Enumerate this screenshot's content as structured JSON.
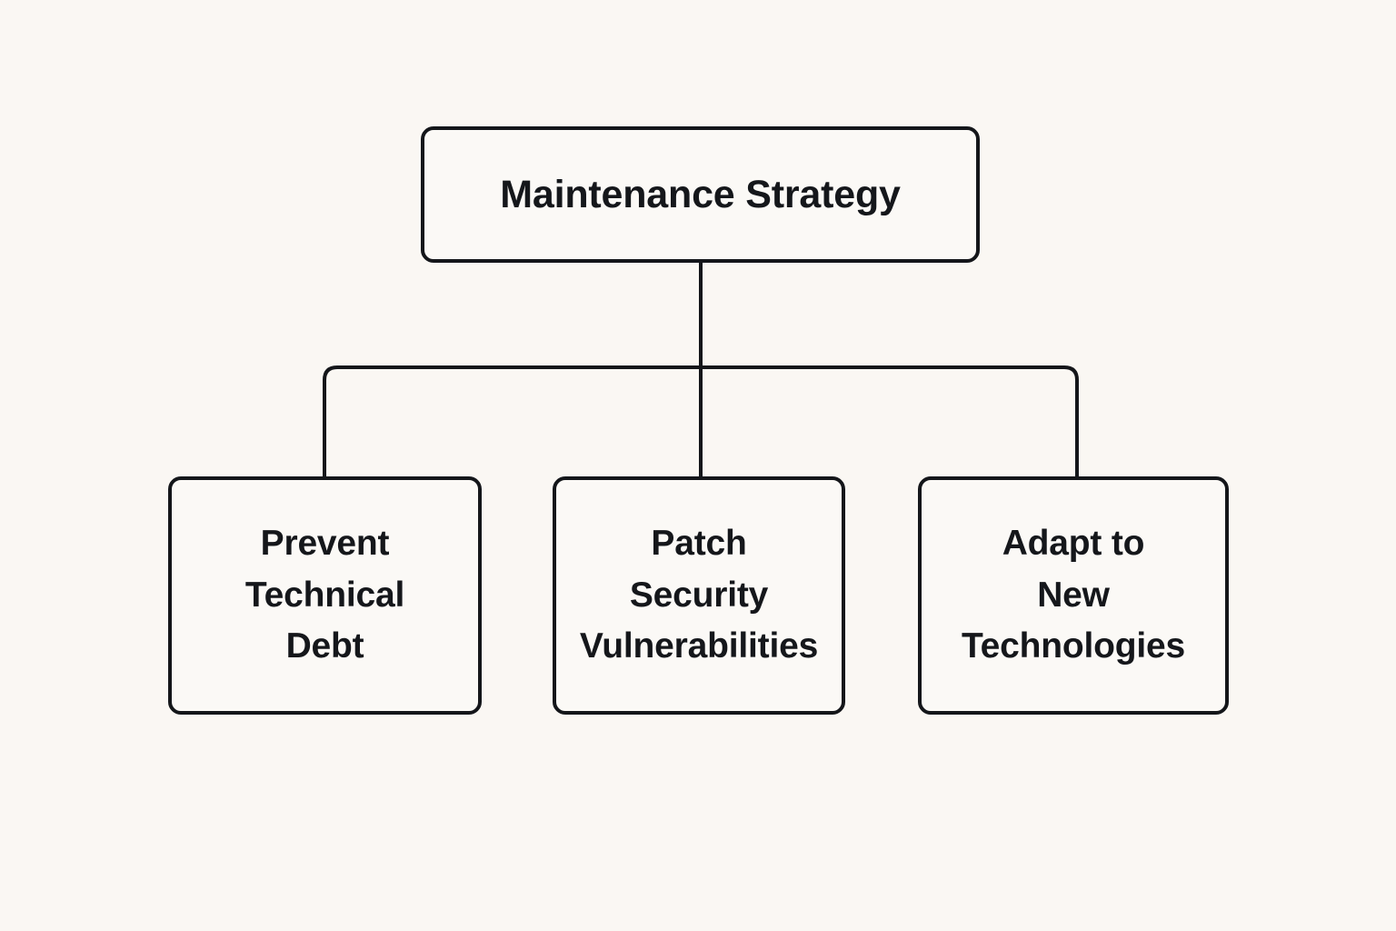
{
  "diagram": {
    "type": "hierarchy-tree",
    "orientation": "top-down",
    "background_color": "#faf7f3",
    "stroke_color": "#14161a",
    "node_fill_color": "#fbf9f6",
    "text_color": "#15171b",
    "root": {
      "label": "Maintenance Strategy"
    },
    "children": [
      {
        "label": "Prevent\nTechnical\nDebt"
      },
      {
        "label": "Patch\nSecurity\nVulnerabilities"
      },
      {
        "label": "Adapt to\nNew\nTechnologies"
      }
    ]
  }
}
